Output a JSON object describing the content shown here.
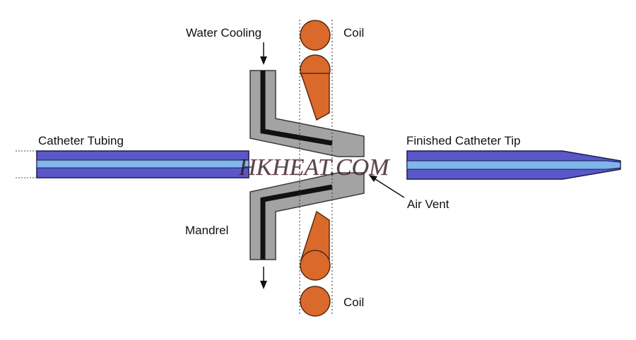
{
  "labels": {
    "water_cooling": "Water Cooling",
    "coil_top": "Coil",
    "coil_bottom": "Coil",
    "catheter_tubing": "Catheter Tubing",
    "finished_tip": "Finished Catheter Tip",
    "air_vent": "Air Vent",
    "mandrel": "Mandrel"
  },
  "watermark": "HKHEAT.COM",
  "colors": {
    "tube_outer": "#5a58c8",
    "tube_inner": "#7fb6ec",
    "tube_edge": "#1a1a4a",
    "mandrel": "#a3a3a3",
    "mandrel_edge": "#3a3a3a",
    "channel": "#111111",
    "coil": "#d96a2b",
    "coil_edge": "#5a2a10",
    "watermark": "#e35a8a"
  },
  "icons": {
    "arrow_down": "arrow-down-icon",
    "arrow_pointer": "arrow-pointer-icon"
  }
}
